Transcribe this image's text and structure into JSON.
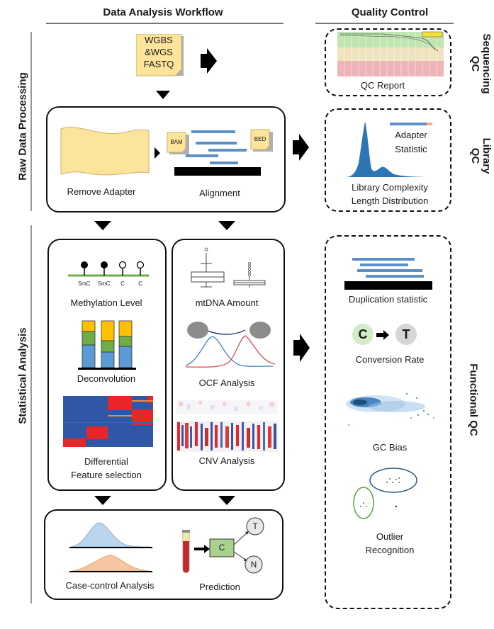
{
  "headers": {
    "workflow": "Data Analysis Workflow",
    "qc": "Quality Control"
  },
  "side_labels": {
    "raw": "Raw Data Processing",
    "statistical": "Statistical Analysis"
  },
  "qc_side_labels": {
    "sequencing_1": "Sequencing",
    "sequencing_2": "QC",
    "library_1": "Library",
    "library_2": "QC",
    "functional": "Functional QC"
  },
  "input_file": {
    "line1": "WGBS",
    "line2": "&WGS",
    "line3": "FASTQ"
  },
  "raw_processing": {
    "remove_adapter": "Remove Adapter",
    "alignment": "Alignment",
    "bam_tag": "BAM",
    "bed_tag": "BED"
  },
  "stat_left": {
    "methylation_level": "Methylation Level",
    "site_labels": [
      "5mC",
      "5mC",
      "C",
      "C"
    ],
    "deconvolution": "Deconvolution",
    "differential_1": "Differential",
    "differential_2": "Feature selection"
  },
  "stat_right": {
    "mtdna": "mtDNA Amount",
    "ocf": "OCF Analysis",
    "cnv": "CNV Analysis"
  },
  "bottom": {
    "case_control": "Case-control Analysis",
    "prediction": "Prediction",
    "node_c": "C",
    "node_t": "T",
    "node_n": "N"
  },
  "qc": {
    "qc_report": "QC Report",
    "adapter_1": "Adapter",
    "adapter_2": "Statistic",
    "library_complexity": "Library Complexity",
    "length_distribution": "Length Distribution",
    "duplication": "Duplication statistic",
    "conversion_from": "C",
    "conversion_to": "T",
    "conversion": "Conversion Rate",
    "gc_bias": "GC Bias",
    "outlier_1": "Outlier",
    "outlier_2": "Recognition"
  },
  "colors": {
    "file_yellow": "#fce49a",
    "read_blue": "#5b8fc7",
    "heat_red": "#e8262a",
    "heat_blue": "#2f57a6",
    "bar_blue": "#5b9bd5",
    "bar_green": "#70ad47",
    "bar_orange": "#ffc000",
    "case_blue": "#bcd5ec",
    "control_orange": "#f6c6a3",
    "node_green": "#a9d18e"
  }
}
